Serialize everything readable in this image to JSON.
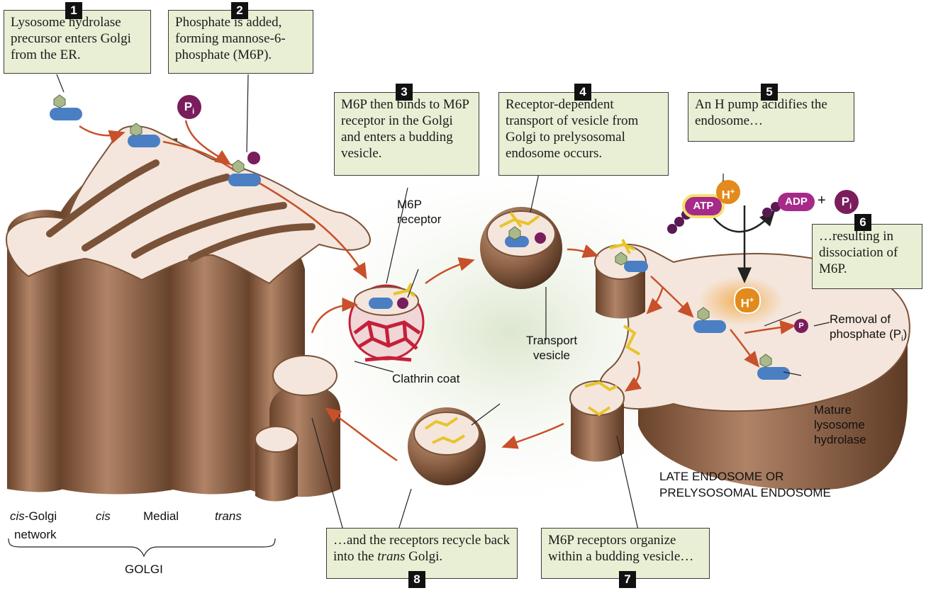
{
  "steps": [
    {
      "n": "1",
      "text": "Lysosome hydrolase precursor enters Golgi from the ER."
    },
    {
      "n": "2",
      "text": "Phosphate is added, forming mannose-6-phosphate (M6P)."
    },
    {
      "n": "3",
      "text": "M6P then binds to M6P receptor in the Golgi and enters a budding vesicle."
    },
    {
      "n": "4",
      "text": "Receptor-dependent transport of vesicle from Golgi to prelysosomal endosome occurs."
    },
    {
      "n": "5",
      "text": "An H pump acidifies the endosome…"
    },
    {
      "n": "6",
      "text": "…resulting in dissociation of M6P."
    },
    {
      "n": "7",
      "text": "M6P receptors organize within a budding vesicle…"
    },
    {
      "n": "8",
      "text_pre": "…and the receptors recycle back into the ",
      "text_it": "trans",
      "text_post": " Golgi."
    }
  ],
  "labels": {
    "m6p_receptor": "M6P receptor",
    "clathrin_coat": "Clathrin coat",
    "transport_vesicle": "Transport vesicle",
    "removal_phosphate": "Removal of phosphate (P",
    "removal_sub": "i",
    "removal_close": ")",
    "mature_hydrolase": "Mature lysosome hydrolase",
    "late_endosome_1": "LATE ENDOSOME OR",
    "late_endosome_2": "PRELYSOSOMAL ENDOSOME",
    "cis_golgi_it": "cis",
    "cis_golgi_rest": "-Golgi",
    "network": "network",
    "cis": "cis",
    "medial": "Medial",
    "trans": "trans",
    "golgi": "GOLGI"
  },
  "molecules": {
    "atp": "ATP",
    "adp": "ADP",
    "plus": "+",
    "pi_main": "P",
    "pi_sub": "i",
    "p": "P",
    "h_main": "H",
    "h_sup": "+"
  },
  "colors": {
    "callout_fill": "#e8efd4",
    "membrane": "#7a5238",
    "lumen": "#f4e6dc",
    "hydrolase": "#4a7fc4",
    "sugar": "#a9b98a",
    "phosphate": "#7a1d5c",
    "receptor": "#e8c42a",
    "clathrin": "#c4203b",
    "arrow": "#c8502a",
    "proton": "#e28a1c"
  }
}
